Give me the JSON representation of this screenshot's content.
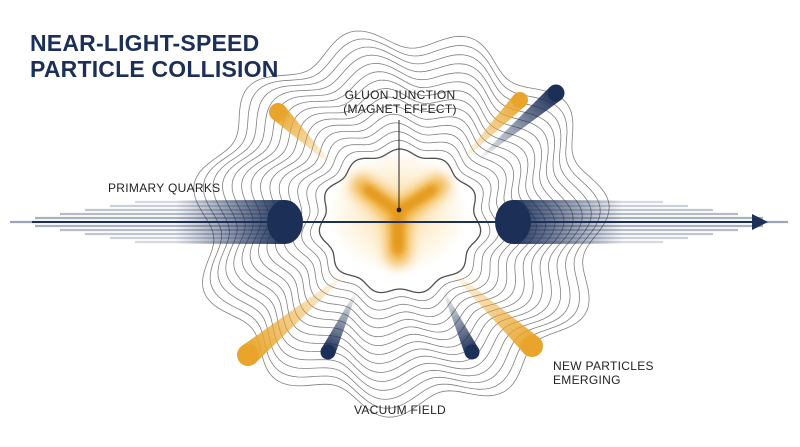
{
  "title": {
    "line1": "NEAR-LIGHT-SPEED",
    "line2": "PARTICLE COLLISION"
  },
  "labels": {
    "gluon": {
      "line1": "GLUON JUNCTION",
      "line2": "(MAGNET EFFECT)"
    },
    "quarks": "PRIMARY QUARKS",
    "new_particles": {
      "line1": "NEW PARTICLES",
      "line2": "EMERGING"
    },
    "vacuum": "VACUUM FIELD"
  },
  "colors": {
    "navy": "#1c2f57",
    "gold": "#e9a52b",
    "gold_light": "#f6c35a",
    "field_line": "#3c3c3c"
  }
}
